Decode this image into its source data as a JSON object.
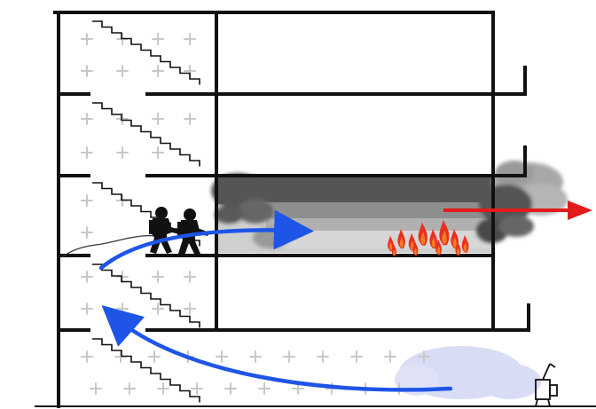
{
  "diagram": {
    "elements": [
      "building-section",
      "stairwell",
      "firefighters-with-hose",
      "smoke-layer",
      "fire-flames",
      "airflow-arrow-blue",
      "exhaust-arrow-red",
      "ventilation-fan-icon"
    ]
  },
  "colors": {
    "wall": "#111111",
    "smoke_dark": "#555555",
    "smoke_mid": "#8c8c8c",
    "smoke_light": "#c4c4c4",
    "airflow_arrow": "#1f55e6",
    "exhaust_arrow": "#e31b1b",
    "flame_red": "#e8301e",
    "flame_orange": "#f47a22",
    "fan_cloud": "#d9dcf5",
    "pressure_mark": "#c8c8c8",
    "firefighter": "#111111"
  },
  "icons": [
    "plus-marker",
    "flame-icon",
    "firefighter-icon",
    "fan-icon"
  ]
}
